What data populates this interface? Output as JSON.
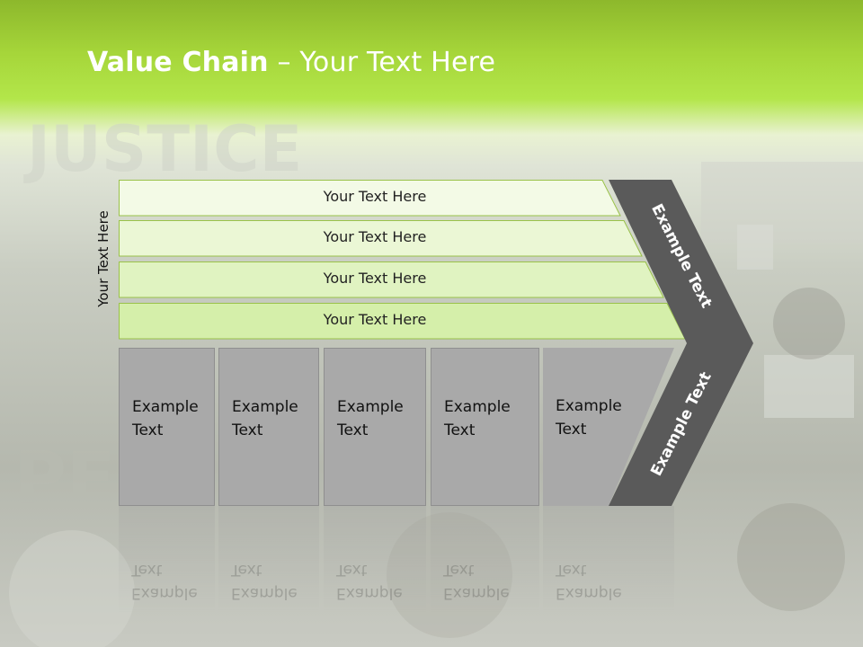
{
  "slide": {
    "title_bold": "Value Chain",
    "title_rest": " – Your Text Here",
    "side_label": "Your Text Here"
  },
  "bands": [
    {
      "label": "Your Text Here",
      "fill": "#f3fae6"
    },
    {
      "label": "Your Text Here",
      "fill": "#ebf7d5"
    },
    {
      "label": "Your Text Here",
      "fill": "#e0f3c1"
    },
    {
      "label": "Your Text Here",
      "fill": "#d5efaa"
    }
  ],
  "boxes": [
    {
      "label": "Example\nText"
    },
    {
      "label": "Example\nText"
    },
    {
      "label": "Example\nText"
    },
    {
      "label": "Example\nText"
    },
    {
      "label": "Example\nText"
    }
  ],
  "chevron": {
    "upper_label": "Example Text",
    "lower_label": "Example Text",
    "fill": "#5a5a5a"
  },
  "colors": {
    "band_border": "#9ac24a",
    "box_fill": "#a9a9a9"
  }
}
